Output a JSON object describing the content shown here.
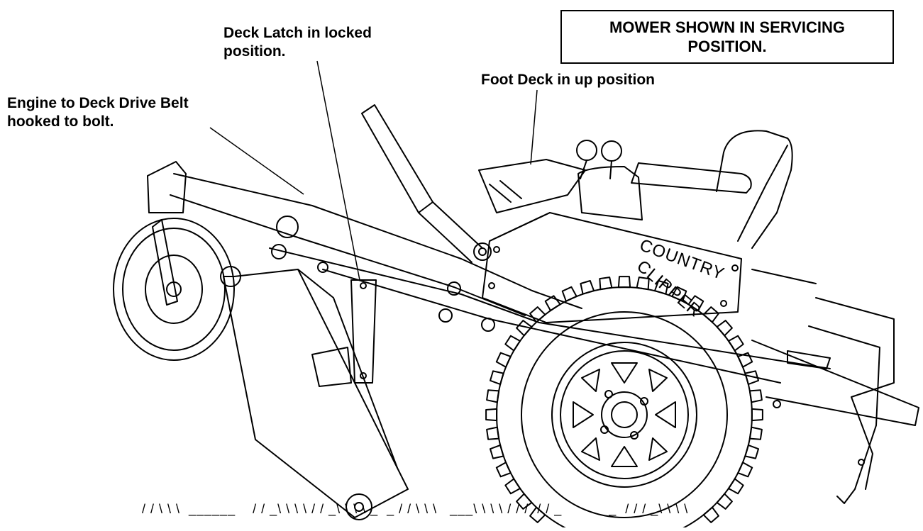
{
  "title_box": {
    "text": "MOWER SHOWN IN SERVICING\nPOSITION."
  },
  "callouts": {
    "deck_latch": "Deck Latch in locked\nposition.",
    "foot_deck": "Foot Deck in up position",
    "drive_belt": "Engine to Deck Drive Belt\nhooked to bolt."
  },
  "brand": {
    "line1": "COUNTRY",
    "line2": "CLIPPER"
  },
  "ground_marks": "/ / \\ \\ \\  ______    / / _\\ \\ \\ \\ / / _\\ \\ \\ \\ _  _ / / \\ \\ \\   ___\\ \\ \\ \\ / / /  / / _           _  / / / _\\ \\ \\ \\  _  _  _"
}
